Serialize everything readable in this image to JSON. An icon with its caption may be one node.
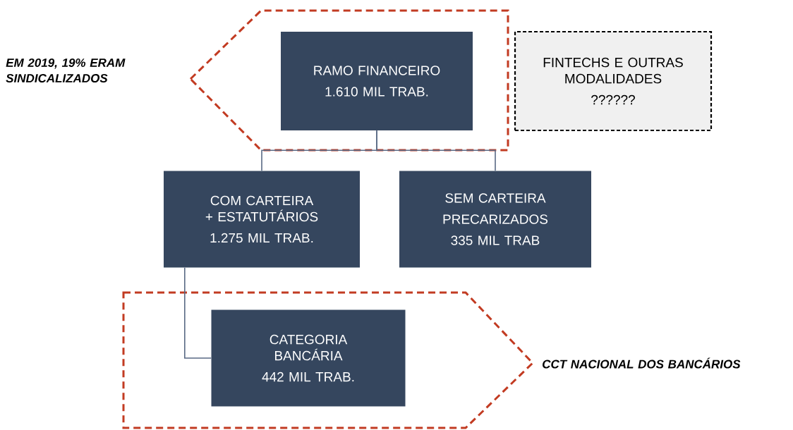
{
  "diagram": {
    "nodes": [
      {
        "text": [],
        "shape": "pentagon"
      },
      {
        "text": [
          "RAMO FINANCEIRO",
          "1.610 MIL  TRAB."
        ],
        "in": 0
      },
      {
        "text": [
          "FINTECHS E OUTRAS MODALIDADES",
          "??????"
        ]
      },
      {
        "text": [
          "COM CARTEIRA + ESTATUTÁRIOS",
          "1.275 MIL TRAB."
        ]
      },
      {
        "text": [
          "SEM CARTEIRA",
          "PRECARIZADOS",
          "335  MIL TRAB"
        ]
      },
      {
        "text": [],
        "shape": "pentagon"
      },
      {
        "text": [
          "CATEGORIA BANCÁRIA",
          "442 MIL TRAB."
        ],
        "in": 5
      }
    ],
    "edges": [
      {
        "from": 1,
        "to": 3,
        "arrow": "none"
      },
      {
        "from": 1,
        "to": 4,
        "arrow": "none"
      },
      {
        "from": 3,
        "to": 6,
        "arrow": "none"
      }
    ],
    "labels": [
      "EM 2019,  19% ERAM SINDICALIZADOS",
      "CCT NACIONAL DOS BANCÁRIOS"
    ]
  }
}
